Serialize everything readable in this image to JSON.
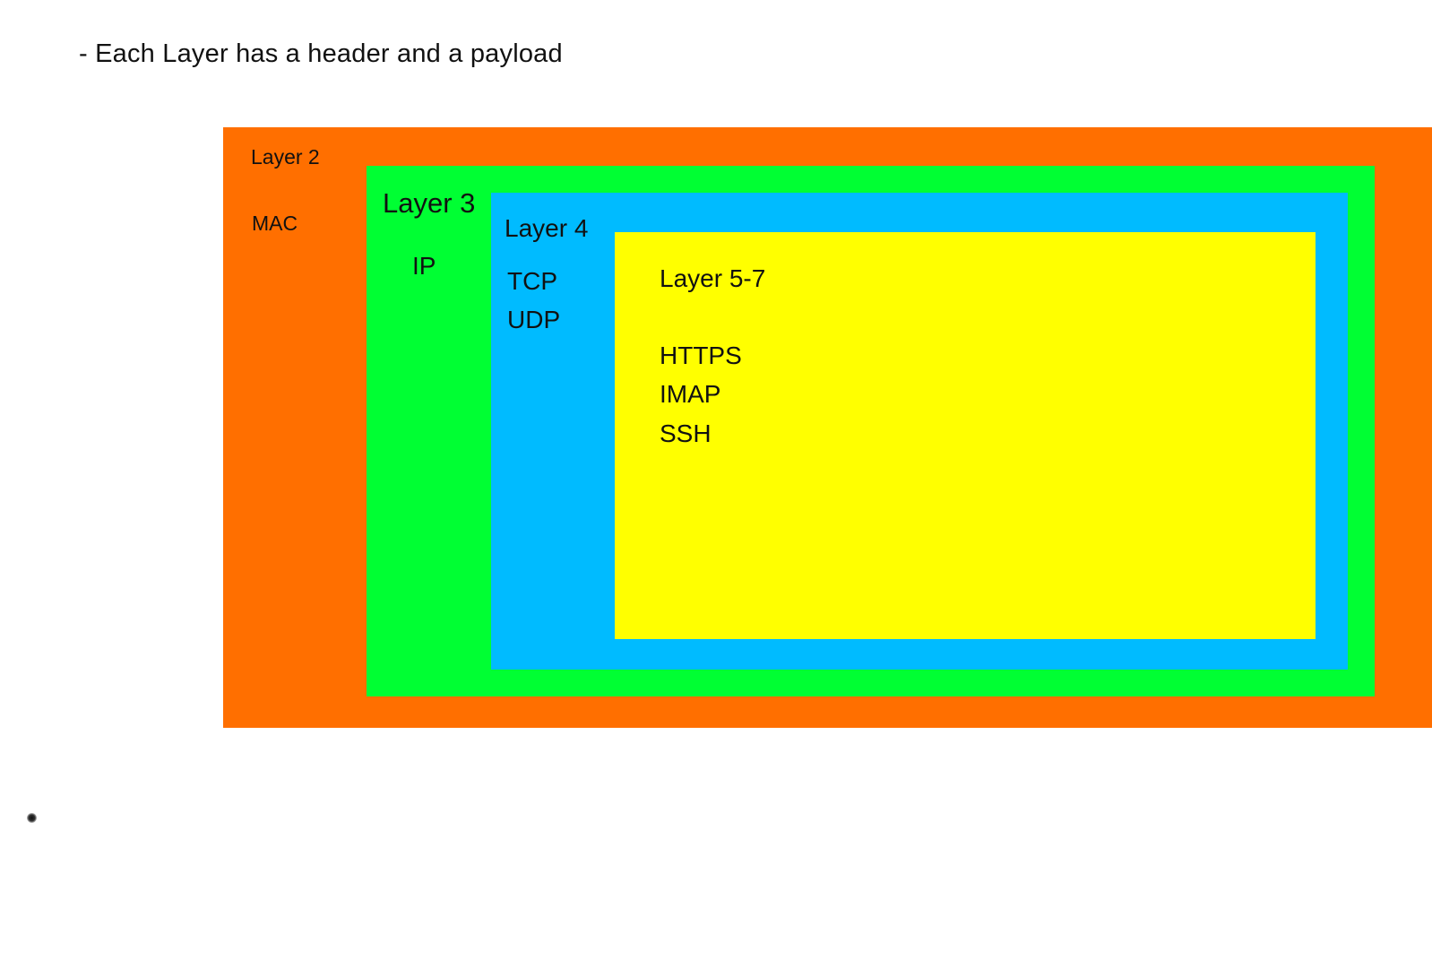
{
  "heading": "- Each Layer has a header and a payload",
  "layers": {
    "layer2": {
      "title": "Layer 2",
      "protocols": [
        "MAC"
      ],
      "color": "#ff6f00"
    },
    "layer3": {
      "title": "Layer 3",
      "protocols": [
        "IP"
      ],
      "color": "#00ff33"
    },
    "layer4": {
      "title": "Layer 4",
      "protocols": [
        "TCP",
        "UDP"
      ],
      "color": "#00bbff"
    },
    "layer57": {
      "title": "Layer 5-7",
      "protocols": [
        "HTTPS",
        "IMAP",
        "SSH"
      ],
      "color": "#ffff00"
    }
  }
}
